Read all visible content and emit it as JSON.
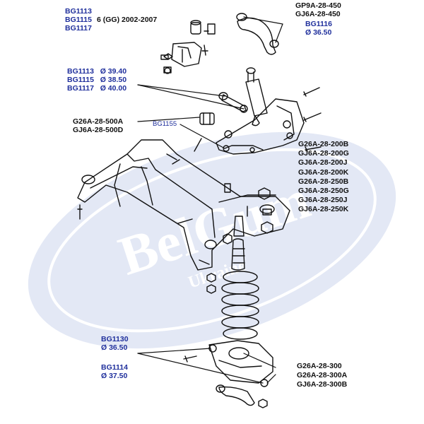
{
  "watermark": {
    "brand": "BelGum",
    "sub": "Ukraine"
  },
  "header": {
    "codes": [
      "BG1113",
      "BG1115",
      "BG1117"
    ],
    "model": "6 (GG) 2002-2007"
  },
  "top_right": {
    "parts": [
      "GP9A-28-450",
      "GJ6A-28-450"
    ],
    "code": "BG1116",
    "diameter": "Ø 36.50"
  },
  "left_group": {
    "items": [
      {
        "code": "BG1113",
        "diameter": "Ø 39.40"
      },
      {
        "code": "BG1115",
        "diameter": "Ø 38.50"
      },
      {
        "code": "BG1117",
        "diameter": "Ø 40.00"
      }
    ]
  },
  "link_parts": [
    "G26A-28-500A",
    "GJ6A-28-500D"
  ],
  "bg1155": "BG1155",
  "right_parts": [
    "G26A-28-200B",
    "GJ6A-28-200G",
    "GJ6A-28-200J",
    "GJ6A-28-200K",
    "G26A-28-250B",
    "GJ6A-28-250G",
    "GJ6A-28-250J",
    "GJ6A-28-250K"
  ],
  "bottom_left": {
    "items": [
      {
        "code": "BG1130",
        "diameter": "Ø 36.50"
      },
      {
        "code": "BG1114",
        "diameter": "Ø 37.50"
      }
    ]
  },
  "bottom_right_parts": [
    "G26A-28-300",
    "G26A-28-300A",
    "GJ6A-28-300B"
  ],
  "colors": {
    "label_blue": "#1f2f9c",
    "watermark": "#dfe4f3",
    "line": "#111111"
  }
}
